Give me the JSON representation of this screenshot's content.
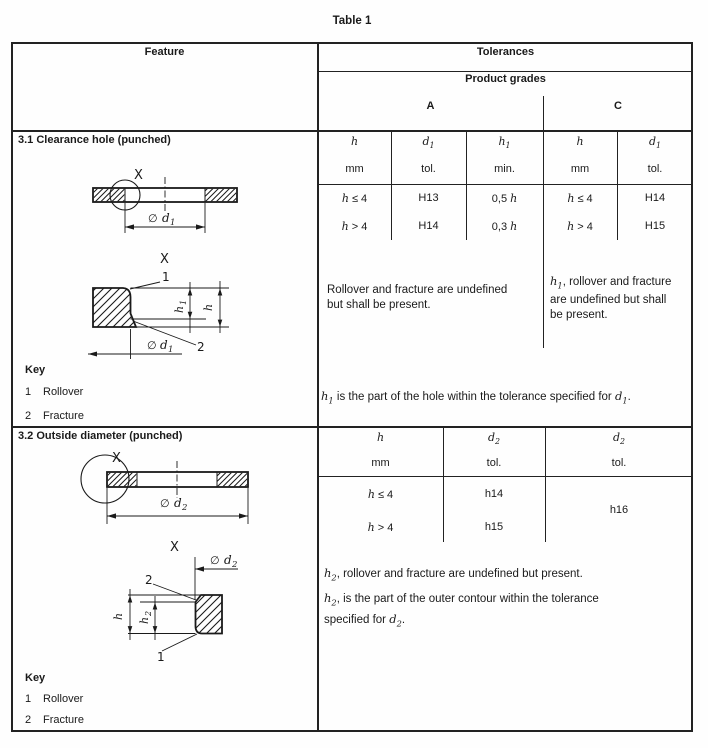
{
  "title": "Table 1",
  "header": {
    "feature": "Feature",
    "tolerances": "Tolerances",
    "product_grades": "Product grades",
    "grade_a": "A",
    "grade_c": "C"
  },
  "key": {
    "label": "Key",
    "items": [
      {
        "n": "1",
        "t": "Rollover"
      },
      {
        "n": "2",
        "t": "Fracture"
      }
    ]
  },
  "drw": {
    "x": "X",
    "phi": "∅",
    "d": "d",
    "h": "h",
    "one": "1",
    "two": "2",
    "sub1": "1",
    "sub2": "2"
  },
  "s31": {
    "title": "3.1  Clearance hole (punched)",
    "cols": [
      [
        {
          "t": "h",
          "v": 1
        }
      ],
      [
        {
          "t": "d",
          "v": 1
        },
        {
          "t": "1",
          "v": 1,
          "sub": 1
        }
      ],
      [
        {
          "t": "h",
          "v": 1
        },
        {
          "t": "1",
          "v": 1,
          "sub": 1
        }
      ],
      [
        {
          "t": "h",
          "v": 1
        }
      ],
      [
        {
          "t": "d",
          "v": 1
        },
        {
          "t": "1",
          "v": 1,
          "sub": 1
        }
      ]
    ],
    "units": [
      "mm",
      "tol.",
      "min.",
      "mm",
      "tol."
    ],
    "rows": [
      {
        "h": [
          {
            "t": "h",
            "v": 1
          },
          {
            "t": " ≤ 4"
          }
        ],
        "a_tol": "H13",
        "min": [
          {
            "t": "0,5 "
          },
          {
            "t": "h",
            "v": 1
          }
        ],
        "h_c": [
          {
            "t": "h",
            "v": 1
          },
          {
            "t": " ≤ 4"
          }
        ],
        "c_tol": "H14"
      },
      {
        "h": [
          {
            "t": "h",
            "v": 1
          },
          {
            "t": " > 4"
          }
        ],
        "a_tol": "H14",
        "min": [
          {
            "t": "0,3 "
          },
          {
            "t": "h",
            "v": 1
          }
        ],
        "h_c": [
          {
            "t": "h",
            "v": 1
          },
          {
            "t": " > 4"
          }
        ],
        "c_tol": "H15"
      }
    ],
    "note_a": [
      {
        "t": "Rollover and fracture are undefined"
      },
      {
        "br": 1
      },
      {
        "t": "but shall be present."
      }
    ],
    "note_c": [
      {
        "t": "h",
        "v": 1
      },
      {
        "t": "1",
        "v": 1,
        "sub": 1
      },
      {
        "t": ", rollover and fracture"
      },
      {
        "br": 1
      },
      {
        "t": "are undefined but shall"
      },
      {
        "br": 1
      },
      {
        "t": "be present."
      }
    ],
    "note_full": [
      {
        "t": "h",
        "v": 1
      },
      {
        "t": "1",
        "v": 1,
        "sub": 1
      },
      {
        "t": " is the part of the hole within the tolerance specified for "
      },
      {
        "t": "d",
        "v": 1
      },
      {
        "t": "1",
        "v": 1,
        "sub": 1
      },
      {
        "t": "."
      }
    ]
  },
  "s32": {
    "title": "3.2  Outside diameter (punched)",
    "cols": [
      [
        {
          "t": "h",
          "v": 1
        }
      ],
      [
        {
          "t": "d",
          "v": 1
        },
        {
          "t": "2",
          "v": 1,
          "sub": 1
        }
      ],
      [
        {
          "t": "d",
          "v": 1
        },
        {
          "t": "2",
          "v": 1,
          "sub": 1
        }
      ]
    ],
    "units": [
      "mm",
      "tol.",
      "tol."
    ],
    "rows": [
      {
        "h": [
          {
            "t": "h",
            "v": 1
          },
          {
            "t": " ≤ 4"
          }
        ],
        "tol": "h14"
      },
      {
        "h": [
          {
            "t": "h",
            "v": 1
          },
          {
            "t": " > 4"
          }
        ],
        "tol": "h15"
      }
    ],
    "c_tol": "h16",
    "note1": [
      {
        "t": "h",
        "v": 1
      },
      {
        "t": "2",
        "v": 1,
        "sub": 1
      },
      {
        "t": ", rollover and fracture are undefined but present."
      }
    ],
    "note2": [
      {
        "t": "h",
        "v": 1
      },
      {
        "t": "2",
        "v": 1,
        "sub": 1
      },
      {
        "t": ", is the part of the outer contour within the tolerance"
      },
      {
        "br": 1
      },
      {
        "t": "specified for "
      },
      {
        "t": "d",
        "v": 1
      },
      {
        "t": "2",
        "v": 1,
        "sub": 1
      },
      {
        "t": "."
      }
    ]
  }
}
